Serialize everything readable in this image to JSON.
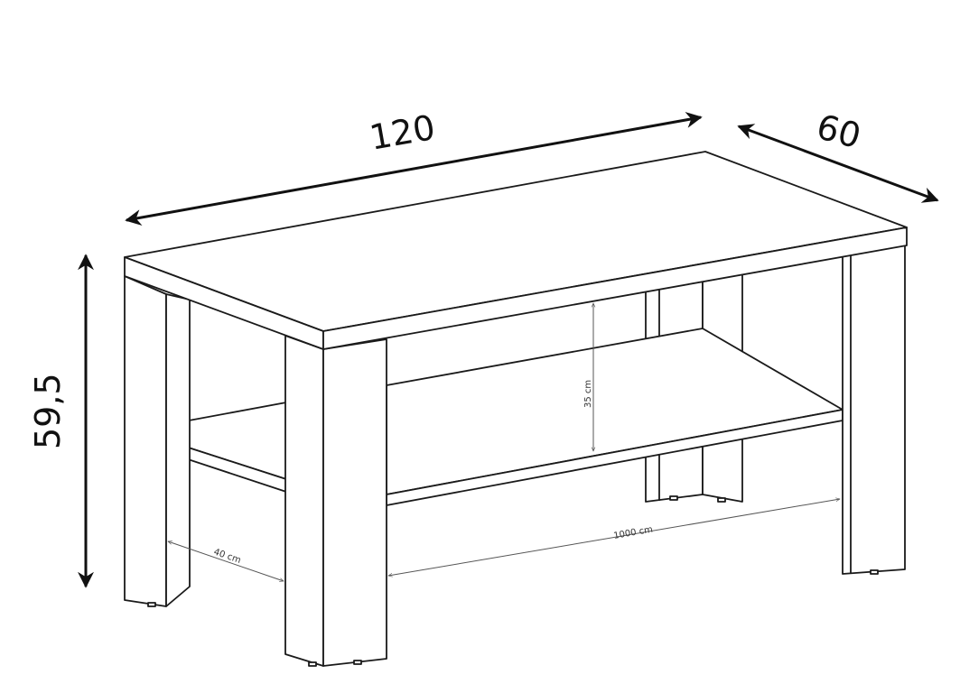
{
  "dimensions": {
    "width_label": "120",
    "depth_label": "60",
    "height_label": "59,5",
    "shelf_clearance_label": "35 cm",
    "shelf_width_label": "1000 cm",
    "shelf_depth_label": "40 cm"
  },
  "colors": {
    "stroke": "#1a1a1a",
    "dim_line": "#555555",
    "fill": "#ffffff"
  }
}
